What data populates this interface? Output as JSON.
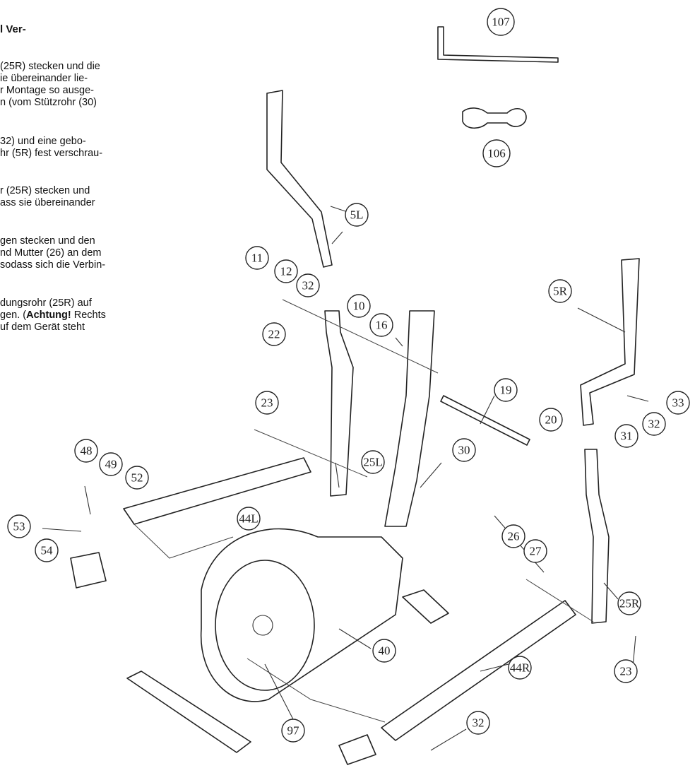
{
  "text": {
    "heading": "l Ver-",
    "lines": [
      "(25R) stecken und die",
      "ie übereinander lie-",
      "r Montage so ausge-",
      "n (vom Stützrohr (30)",
      "32)  und  eine  gebo-",
      "hr (5R) fest verschrau-",
      "r (25R) stecken und",
      "ass sie übereinander",
      "gen stecken und den",
      "nd Mutter (26) an dem",
      "sodass sich die Verbin-",
      "dungsrohr (25R) auf",
      "gen. (",
      "Achtung!",
      " Rechts",
      "uf dem Gerät steht"
    ]
  },
  "callouts": {
    "c107": "107",
    "c106": "106",
    "c5L": "5L",
    "c11": "11",
    "c12": "12",
    "c32a": "32",
    "c10": "10",
    "c22": "22",
    "c16": "16",
    "c5R": "5R",
    "c19": "19",
    "c33": "33",
    "c32b": "32",
    "c31": "31",
    "c20": "20",
    "c23a": "23",
    "c25L": "25L",
    "c30": "30",
    "c48": "48",
    "c49": "49",
    "c52": "52",
    "c44L": "44L",
    "c53": "53",
    "c54": "54",
    "c26": "26",
    "c27": "27",
    "c25R": "25R",
    "c40": "40",
    "c23b": "23",
    "c44R": "44R",
    "c97": "97",
    "c32c": "32"
  }
}
